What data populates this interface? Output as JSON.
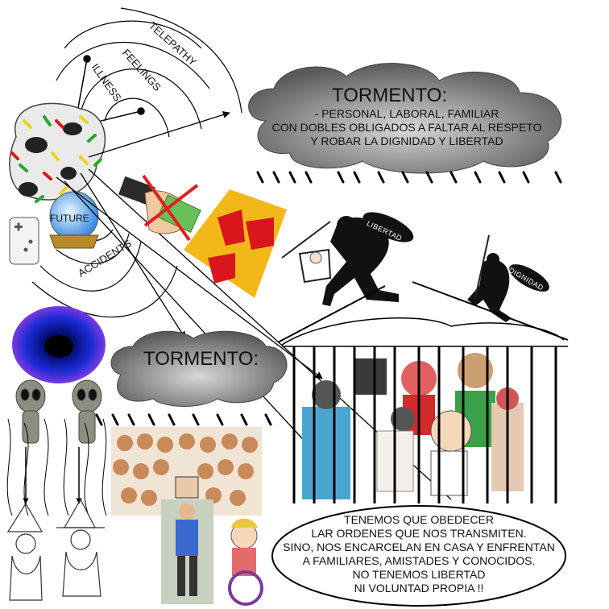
{
  "mind": {
    "rays": [
      "TELEPATHY",
      "FEELINGS",
      "ILLNESS"
    ],
    "future": "FUTURE",
    "accidents": "ACCIDENTS"
  },
  "cloud_top": {
    "title": "TORMENTO:",
    "lines": [
      "- PERSONAL, LABORAL, FAMILIAR",
      "CON  DOBLES OBLIGADOS A FALTAR AL RESPETO",
      "Y ROBAR LA DIGNIDAD Y LIBERTAD"
    ]
  },
  "cloud_mid": {
    "title": "TORMENTO:"
  },
  "thieves": {
    "bag_1": "LIBERTAD",
    "bag_2": "DIGNIDAD"
  },
  "message": {
    "lines": [
      "TENEMOS QUE OBEDECER",
      "LAR ORDENES QUE NOS TRANSMITEN.",
      "SINO, NOS ENCARCELAN EN CASA Y ENFRENTAN",
      "A FAMILIARES, AMISTADES Y CONOCIDOS.",
      "NO TENEMOS LIBERTAD",
      "NI VOLUNTAD PROPIA !!"
    ]
  },
  "colors": {
    "cloud_dark": "#5a5a5a",
    "cloud_light": "#d8d8d8",
    "cup_red": "#d8161b",
    "tray_yellow": "#f2b81a",
    "portal_blue": "#1a2bd6",
    "cross_red": "#e02020"
  }
}
